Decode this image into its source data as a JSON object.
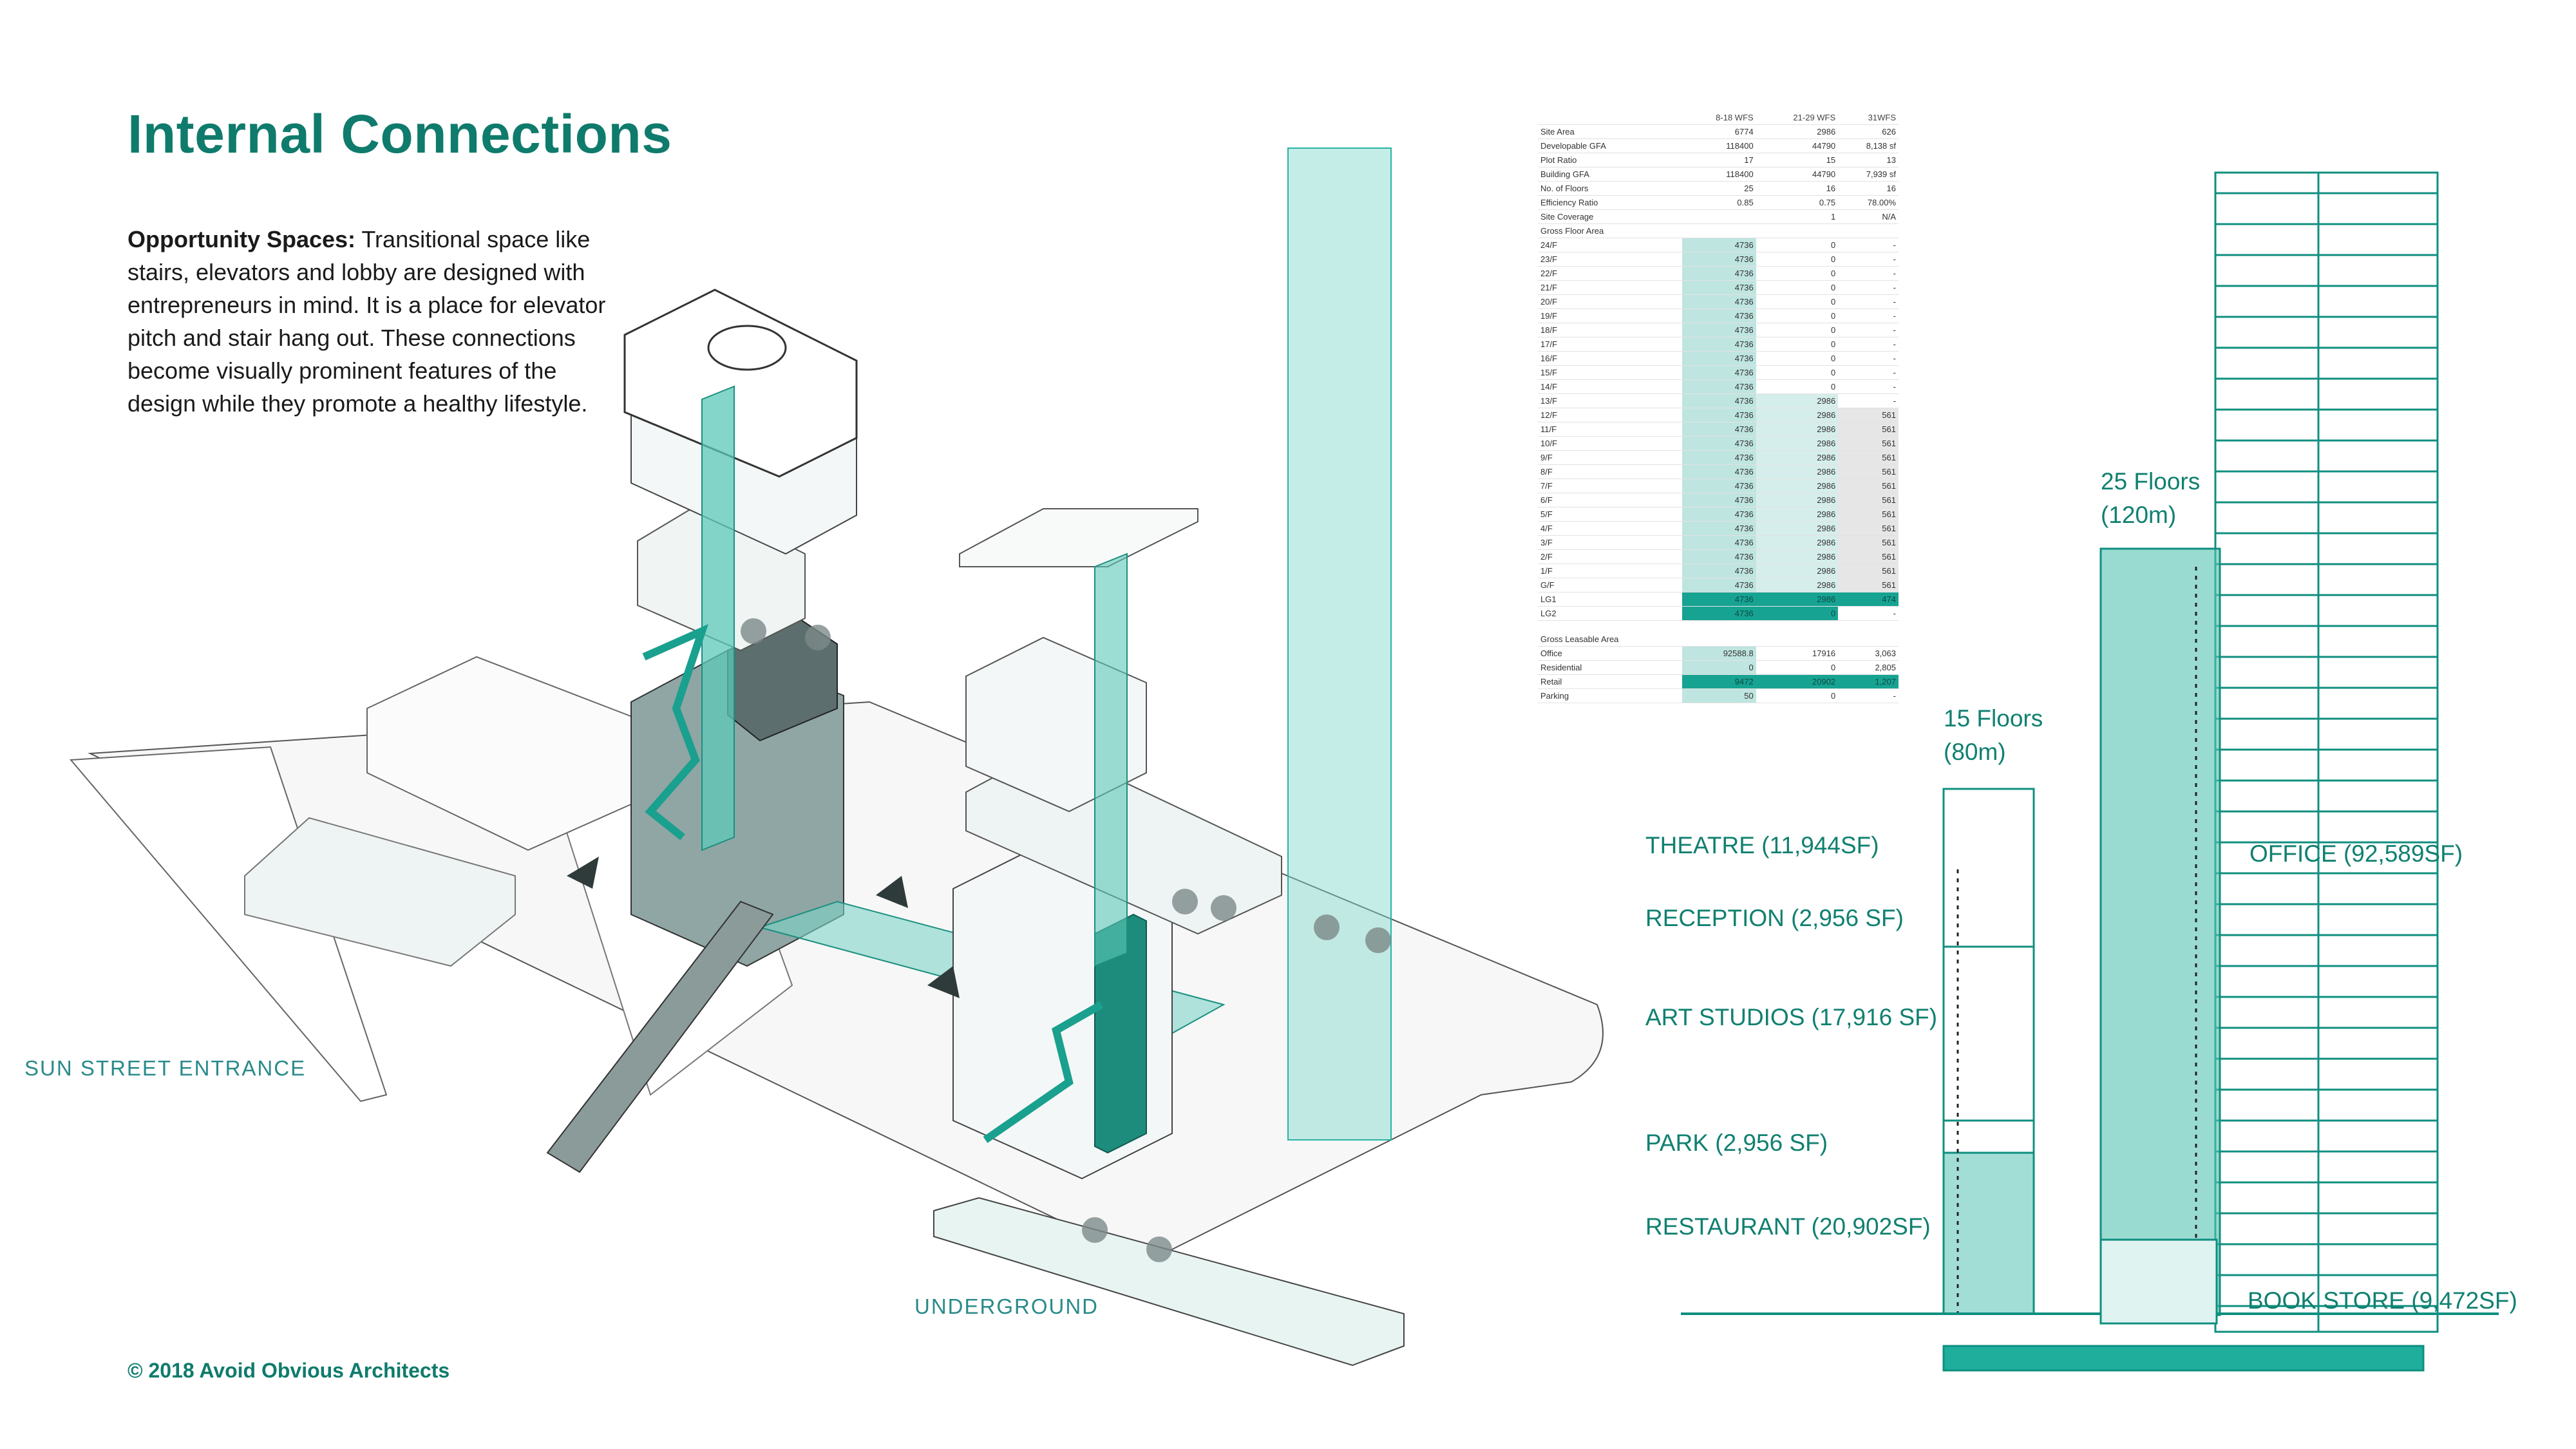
{
  "title": "Internal Connections",
  "intro": {
    "lead": "Opportunity Spaces:",
    "text": " Transitional space like stairs, elevators and lobby are designed with entrepreneurs in mind. It is a place for elevator pitch and stair hang out. These connections become visually prominent features of the design while they promote a healthy lifestyle."
  },
  "labels": {
    "sun_street": "SUN STREET ENTRANCE",
    "underground": "UNDERGROUND"
  },
  "copyright": "© 2018 Avoid Obvious Architects",
  "section": {
    "tower_tall": "25 Floors\n(120m)",
    "tower_mid": "15 Floors\n(80m)",
    "programs": {
      "theatre": "THEATRE (11,944SF)",
      "reception": "RECEPTION (2,956 SF)",
      "art": "ART STUDIOS (17,916 SF)",
      "park": "PARK (2,956 SF)",
      "restaurant": "RESTAURANT (20,902SF)",
      "office": "OFFICE (92,589SF)",
      "bookstore": "BOOK STORE (9,472SF)"
    }
  },
  "table": {
    "columns": [
      "",
      "8-18 WFS",
      "21-29 WFS",
      "31WFS"
    ],
    "summary": [
      [
        "Site Area",
        "6774",
        "2986",
        "626"
      ],
      [
        "Developable GFA",
        "118400",
        "44790",
        "8,138 sf"
      ],
      [
        "Plot Ratio",
        "17",
        "15",
        "13"
      ],
      [
        "Building GFA",
        "118400",
        "44790",
        "7,939 sf"
      ],
      [
        "No. of Floors",
        "25",
        "16",
        "16"
      ],
      [
        "Efficiency Ratio",
        "0.85",
        "0.75",
        "78.00%"
      ],
      [
        "Site Coverage",
        "",
        "1",
        "N/A"
      ],
      [
        "Gross Floor Area",
        "",
        "",
        ""
      ]
    ],
    "floors": [
      [
        "24/F",
        "4736",
        "0",
        "-"
      ],
      [
        "23/F",
        "4736",
        "0",
        "-"
      ],
      [
        "22/F",
        "4736",
        "0",
        "-"
      ],
      [
        "21/F",
        "4736",
        "0",
        "-"
      ],
      [
        "20/F",
        "4736",
        "0",
        "-"
      ],
      [
        "19/F",
        "4736",
        "0",
        "-"
      ],
      [
        "18/F",
        "4736",
        "0",
        "-"
      ],
      [
        "17/F",
        "4736",
        "0",
        "-"
      ],
      [
        "16/F",
        "4736",
        "0",
        "-"
      ],
      [
        "15/F",
        "4736",
        "0",
        "-"
      ],
      [
        "14/F",
        "4736",
        "0",
        "-"
      ],
      [
        "13/F",
        "4736",
        "2986",
        "-"
      ],
      [
        "12/F",
        "4736",
        "2986",
        "561"
      ],
      [
        "11/F",
        "4736",
        "2986",
        "561"
      ],
      [
        "10/F",
        "4736",
        "2986",
        "561"
      ],
      [
        "9/F",
        "4736",
        "2986",
        "561"
      ],
      [
        "8/F",
        "4736",
        "2986",
        "561"
      ],
      [
        "7/F",
        "4736",
        "2986",
        "561"
      ],
      [
        "6/F",
        "4736",
        "2986",
        "561"
      ],
      [
        "5/F",
        "4736",
        "2986",
        "561"
      ],
      [
        "4/F",
        "4736",
        "2986",
        "561"
      ],
      [
        "3/F",
        "4736",
        "2986",
        "561"
      ],
      [
        "2/F",
        "4736",
        "2986",
        "561"
      ],
      [
        "1/F",
        "4736",
        "2986",
        "561"
      ],
      [
        "G/F",
        "4736",
        "2986",
        "561"
      ],
      [
        "LG1",
        "4736",
        "2986",
        "474"
      ],
      [
        "LG2",
        "4736",
        "0",
        "-"
      ]
    ],
    "gla_heading": "Gross Leasable Area",
    "gla": [
      [
        "Office",
        "92588.8",
        "17916",
        "3,063"
      ],
      [
        "Residential",
        "0",
        "0",
        "2,805"
      ],
      [
        "Retail",
        "9472",
        "20902",
        "1,207"
      ],
      [
        "Parking",
        "50",
        "0",
        "-"
      ]
    ]
  },
  "colors": {
    "brand": "#0f7b6c",
    "teal": "#2ab3a3",
    "teal_light": "#bfe5e0",
    "line": "#555555"
  }
}
